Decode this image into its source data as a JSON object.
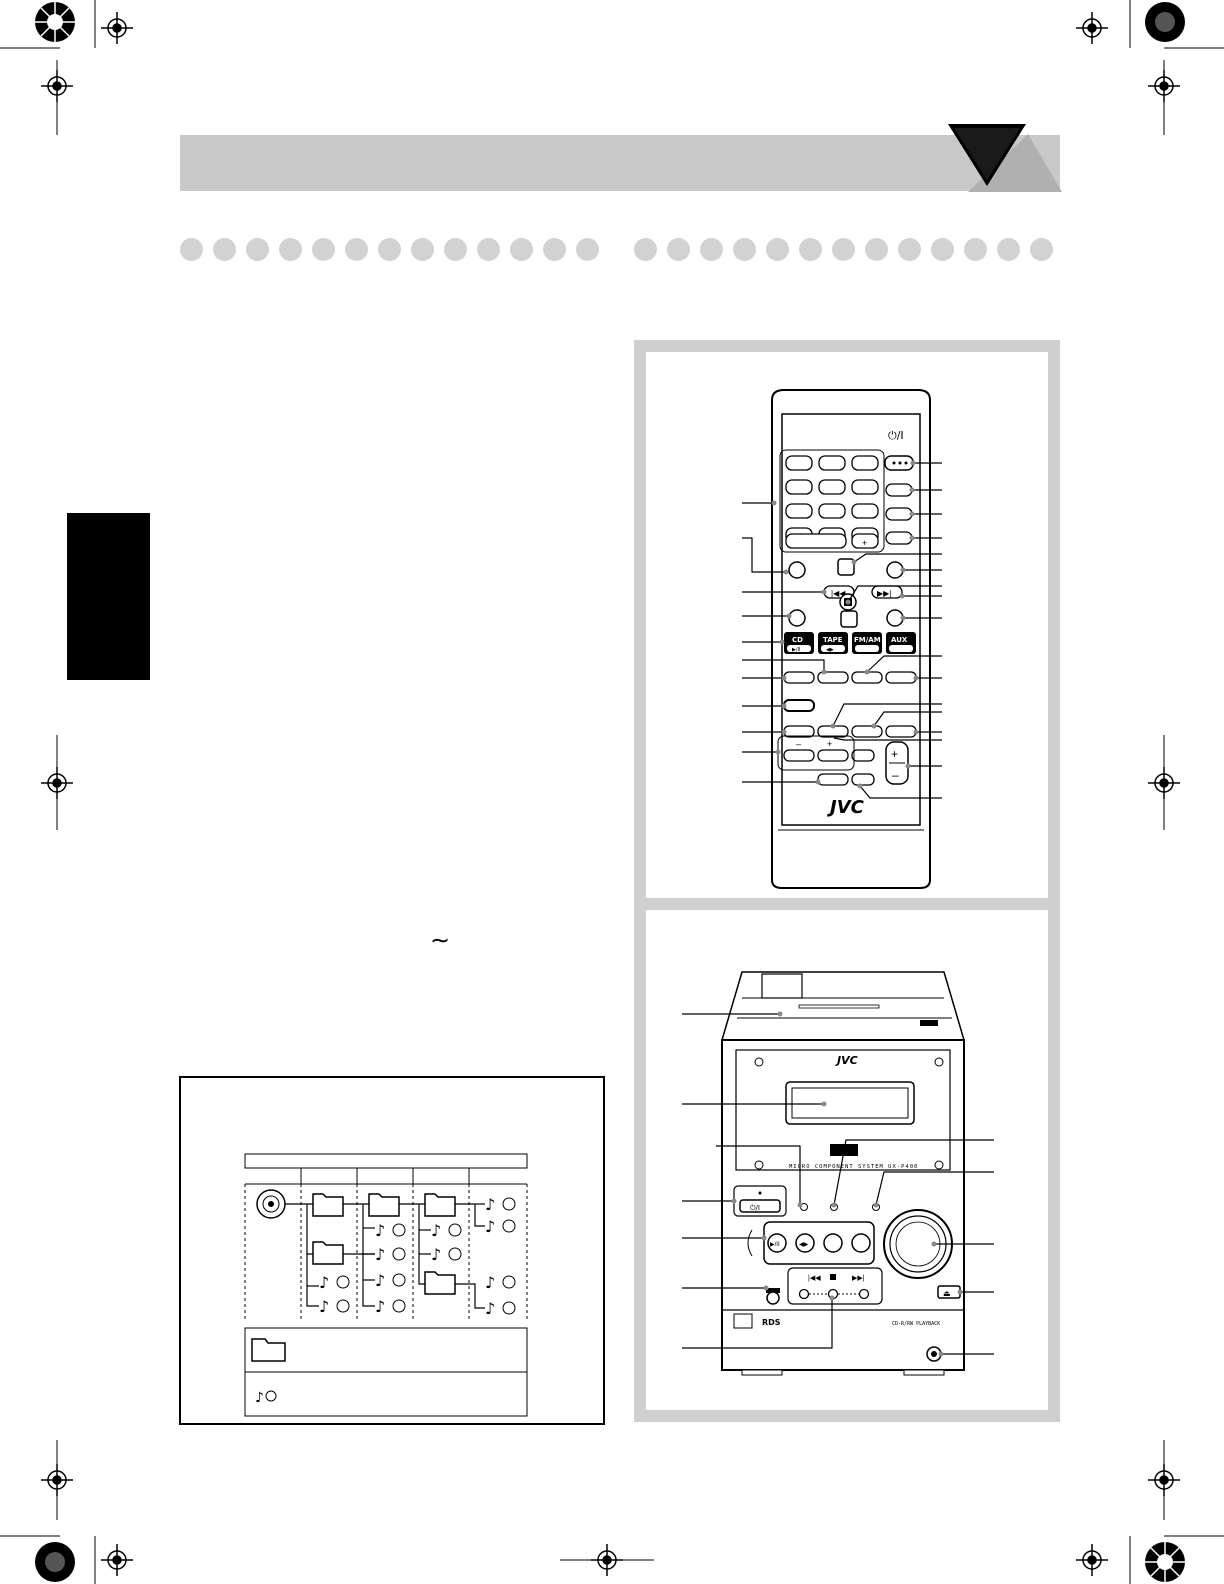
{
  "remote": {
    "power_symbol": "⏻/I",
    "source_buttons": [
      "CD",
      "TAPE",
      "FM/AM",
      "AUX"
    ],
    "source_sub_icons": [
      "▶/II",
      "◀▶"
    ],
    "minus_label": "–",
    "plus_label": "+",
    "brand": "JVC"
  },
  "unit": {
    "brand": "JVC",
    "model_text": "MICRO COMPONENT SYSTEM UX-P400",
    "playback_text": "CD-R/RW PLAYBACK",
    "rds_text": "RDS",
    "power_symbol": "⏻/I"
  },
  "tilde": "∼",
  "colors": {
    "header_band": "#c8c8c8",
    "panel_frame": "#cfcfcf",
    "dot": "#d2d2d2"
  }
}
